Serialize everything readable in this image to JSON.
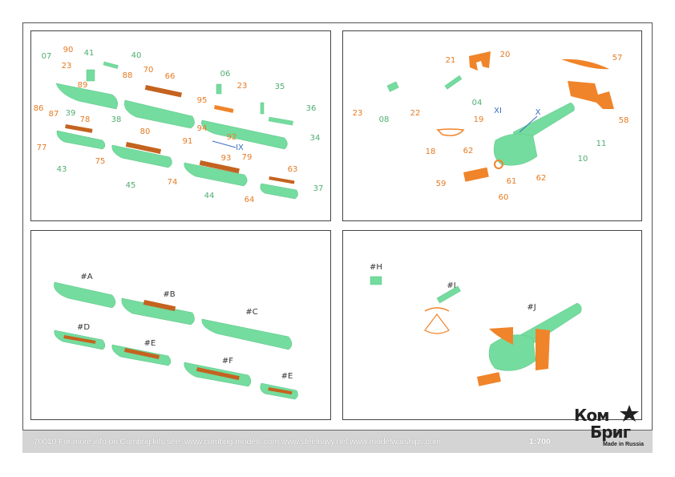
{
  "colors": {
    "part_green": "#74dc9e",
    "photoetch_orange": "#f0842a",
    "wood": "#c4631f",
    "label_green": "#4fae70",
    "label_orange": "#e67a22",
    "label_blue": "#3a6fc0"
  },
  "panel1": {
    "labels": [
      "07",
      "90",
      "41",
      "40",
      "23",
      "88",
      "89",
      "70",
      "66",
      "06",
      "23",
      "35",
      "86",
      "87",
      "39",
      "95",
      "38",
      "36",
      "78",
      "94",
      "92",
      "34",
      "91",
      "IX",
      "77",
      "80",
      "79",
      "93",
      "75",
      "43",
      "45",
      "74",
      "63",
      "44",
      "37",
      "64"
    ]
  },
  "panel2": {
    "labels": [
      "20",
      "57",
      "21",
      "23",
      "08",
      "22",
      "04",
      "19",
      "58",
      "XI",
      "X",
      "18",
      "11",
      "62",
      "10",
      "61",
      "62",
      "59",
      "60"
    ]
  },
  "panel3": {
    "labels": [
      "#A",
      "#B",
      "#C",
      "#D",
      "#E",
      "#F",
      "#E"
    ]
  },
  "panel4": {
    "labels": [
      "#H",
      "#I",
      "#J"
    ]
  },
  "footer": {
    "info": "70010 For more info on Combrig kits see: www.combrig-models.com www.steelnavy.net www.modelwarships.com",
    "scale": "1:700"
  },
  "logo": {
    "line1": "Ком",
    "line2": "Бриг",
    "made_in": "Made in Russia"
  }
}
